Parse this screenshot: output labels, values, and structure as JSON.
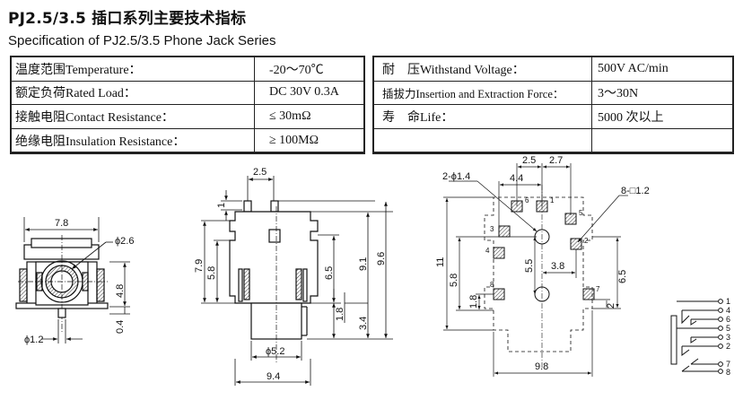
{
  "header": {
    "title": "PJ2.5/3.5 插口系列主要技术指标",
    "subtitle": "Specification of PJ2.5/3.5 Phone Jack Series"
  },
  "spec_left": [
    {
      "label": "温度范围Temperature：",
      "value": "-20～70℃"
    },
    {
      "label": "额定负荷Rated Load：",
      "value": "DC 30V 0.3A"
    },
    {
      "label": "接触电阻Contact Resistance：",
      "value": "≤ 30mΩ"
    },
    {
      "label": "绝缘电阻Insulation Resistance：",
      "value": "≥ 100MΩ"
    }
  ],
  "spec_right": [
    {
      "label": "耐　压Withstand Voltage：",
      "value": "500V AC/min"
    },
    {
      "label": "插拔力Insertion and Extraction Force：",
      "value": "3～30N"
    },
    {
      "label": "寿　命Life：",
      "value": "5000 次以上"
    },
    {
      "label": "",
      "value": ""
    }
  ],
  "drawing_front": {
    "dim_width": "7.8",
    "dim_hole": "ϕ2.6",
    "dim_height": "4.8",
    "dim_foot": "0.4",
    "dim_pin": "ϕ1.2"
  },
  "drawing_side": {
    "dim_top": "2.5",
    "dim_tab": "1",
    "dim_79": "7.9",
    "dim_58": "5.8",
    "dim_65": "6.5",
    "dim_91": "9.1",
    "dim_96": "9.6",
    "dim_18": "1.8",
    "dim_34": "3.4",
    "dim_barrel": "ϕ5.2",
    "dim_len": "9.4"
  },
  "drawing_pcb": {
    "dim_25": "2.5",
    "dim_27": "2.7",
    "dim_44": "4.4",
    "dim_holes": "2-ϕ1.4",
    "dim_pads": "8-□1.2",
    "dim_11": "11",
    "dim_55": "5.5",
    "dim_38": "3.8",
    "dim_58": "5.8",
    "dim_65": "6.5",
    "dim_18": "1.8",
    "dim_2": "2",
    "dim_98": "9.8",
    "pin_numbers": [
      "1",
      "2",
      "3",
      "4",
      "5",
      "6",
      "7",
      "8"
    ]
  },
  "schematic": {
    "pins": [
      "1",
      "4",
      "6",
      "5",
      "3",
      "2",
      "7",
      "8"
    ]
  }
}
